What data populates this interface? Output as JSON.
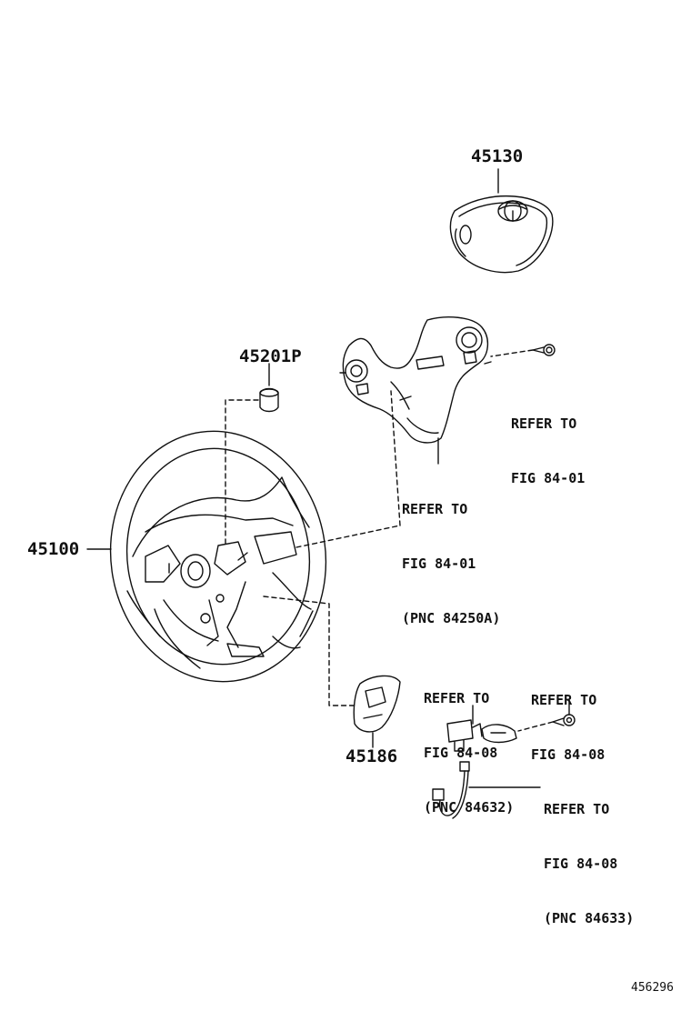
{
  "parts": {
    "horn_pad": "45130",
    "cap": "45201P",
    "steering_wheel": "45100",
    "cover": "45186"
  },
  "refs": {
    "bolt_ref": {
      "line1": "REFER TO",
      "line2": "FIG 84-01"
    },
    "switch_ref": {
      "line1": "REFER TO",
      "line2": "FIG 84-01",
      "line3": "(PNC 84250A)"
    },
    "switch2_ref": {
      "line1": "REFER TO",
      "line2": "FIG 84-08",
      "line3": "(PNC 84632)"
    },
    "screw_ref": {
      "line1": "REFER TO",
      "line2": "FIG 84-08"
    },
    "wire_ref": {
      "line1": "REFER TO",
      "line2": "FIG 84-08",
      "line3": "(PNC 84633)"
    }
  },
  "figure_id": "456296"
}
